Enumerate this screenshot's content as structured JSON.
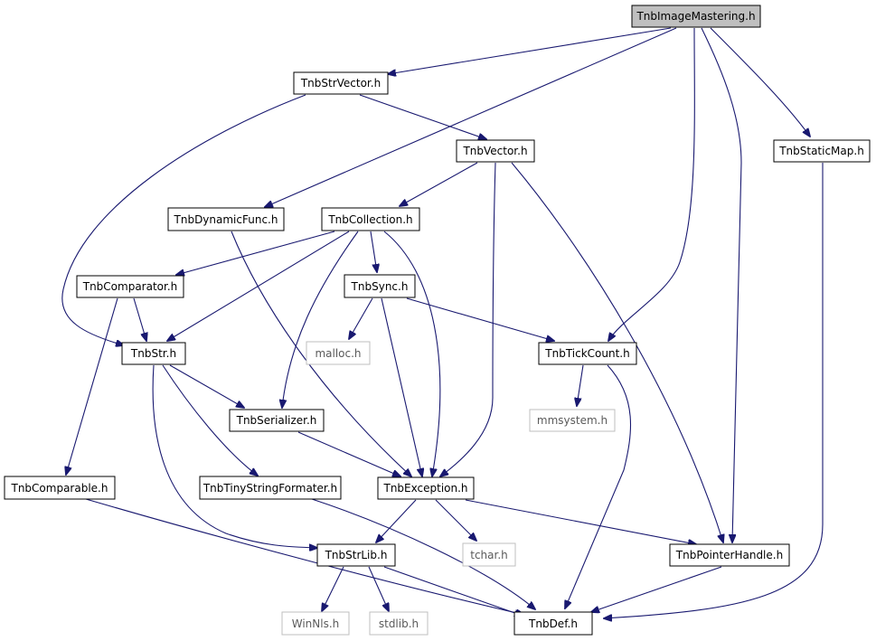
{
  "nodes": {
    "img": "TnbImageMastering.h",
    "strvec": "TnbStrVector.h",
    "vector": "TnbVector.h",
    "staticmap": "TnbStaticMap.h",
    "dynfunc": "TnbDynamicFunc.h",
    "coll": "TnbCollection.h",
    "comparator": "TnbComparator.h",
    "sync": "TnbSync.h",
    "str": "TnbStr.h",
    "malloc": "malloc.h",
    "tick": "TnbTickCount.h",
    "serializer": "TnbSerializer.h",
    "mmsystem": "mmsystem.h",
    "comparable": "TnbComparable.h",
    "tiny": "TnbTinyStringFormater.h",
    "exception": "TnbException.h",
    "strlib": "TnbStrLib.h",
    "tchar": "tchar.h",
    "pointer": "TnbPointerHandle.h",
    "winnls": "WinNls.h",
    "stdlib": "stdlib.h",
    "def": "TnbDef.h"
  },
  "colors": {
    "edge": "#191970",
    "root_fill": "#bfbfbf",
    "external_border": "#bfbfbf"
  }
}
